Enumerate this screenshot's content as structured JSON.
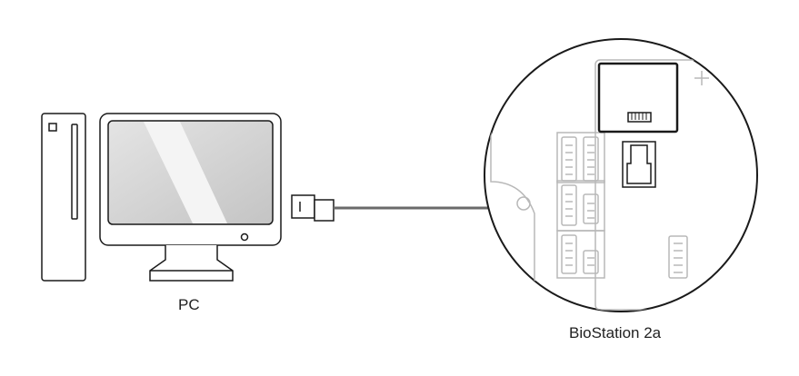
{
  "labels": {
    "pc": "PC",
    "device": "BioStation 2a"
  },
  "colors": {
    "stroke": "#1a1a1a",
    "cable": "#6a6a6a",
    "light_stroke": "#b5b5b5",
    "screen_light": "#e2e2e2",
    "screen_dark": "#bdbdbd"
  },
  "icons": [
    "pc-tower-icon",
    "monitor-icon",
    "ethernet-plug-icon",
    "ethernet-cable",
    "device-magnified-view",
    "rj45-port-icon"
  ]
}
